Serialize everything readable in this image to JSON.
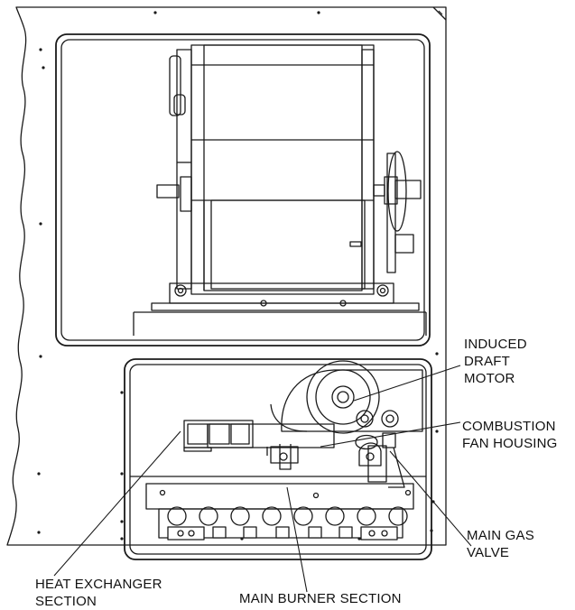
{
  "labels": {
    "induced_draft_motor": [
      "INDUCED",
      "DRAFT",
      "MOTOR"
    ],
    "combustion_fan_housing": [
      "COMBUSTION",
      "FAN HOUSING"
    ],
    "main_gas_valve": [
      "MAIN GAS",
      "VALVE"
    ],
    "heat_exchanger_section": [
      "HEAT EXCHANGER",
      "SECTION"
    ],
    "main_burner_section": [
      "MAIN BURNER SECTION"
    ]
  },
  "colors": {
    "line": "#1a1a1a",
    "fill": "#ffffff",
    "shade": "#d8d8d8"
  }
}
